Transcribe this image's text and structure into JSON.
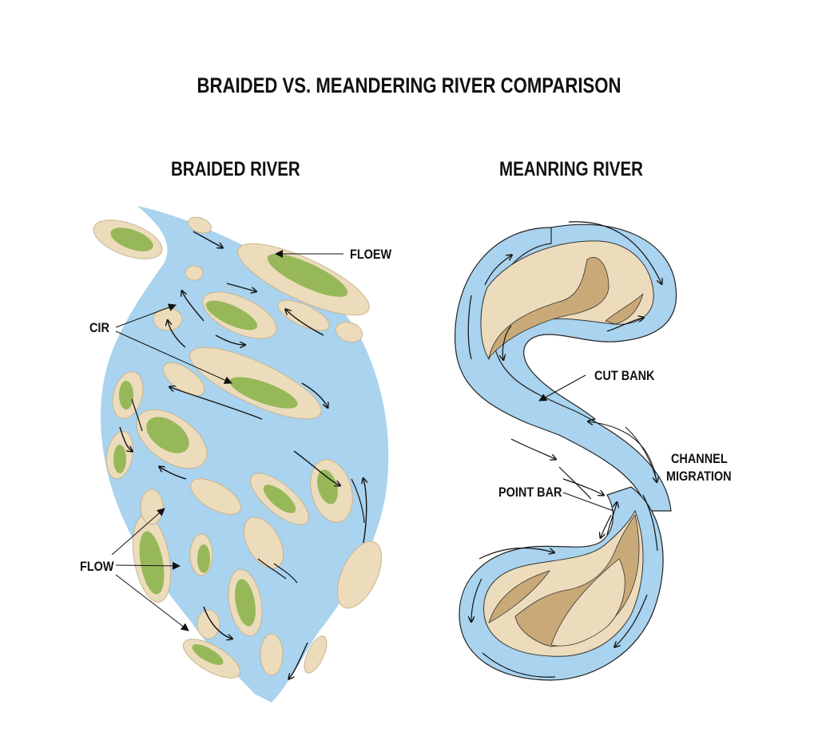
{
  "title": "BRAIDED VS. MEANDERING RIVER COMPARISON",
  "colors": {
    "water": "#a9d3ee",
    "water_stroke": "#7fb6dc",
    "sand": "#ecdcbc",
    "sand_stroke": "#c9b48e",
    "vegetation": "#93b653",
    "bank_dark": "#c8a97a",
    "arrow": "#111111"
  },
  "braided": {
    "heading": "BRAIDED RIVER",
    "labels": {
      "floew": "FLOEW",
      "cir": "CIR",
      "flow": "FLOW"
    }
  },
  "meandering": {
    "heading": "MEANRING RIVER",
    "labels": {
      "cut_bank": "CUT BANK",
      "channel_migration_line1": "CHANNEL",
      "channel_migration_line2": "MIGRATION",
      "point_bar": "POINT BAR"
    }
  }
}
